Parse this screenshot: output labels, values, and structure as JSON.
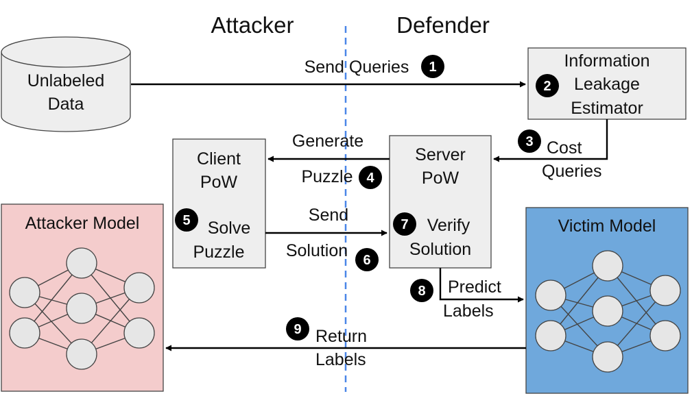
{
  "sides": {
    "attacker": {
      "label": "Attacker",
      "color": "#ee2222"
    },
    "defender": {
      "label": "Defender",
      "color": "#6aa84f"
    }
  },
  "boxes": {
    "unlabeled_data": {
      "lines": [
        "Unlabeled",
        "Data"
      ]
    },
    "info_leakage": {
      "lines": [
        "Information",
        "Leakage",
        "Estimator"
      ]
    },
    "client_pow": {
      "lines": [
        "Client",
        "PoW",
        "Solve",
        "Puzzle"
      ]
    },
    "server_pow": {
      "lines": [
        "Server",
        "PoW",
        "Verify",
        "Solution"
      ]
    },
    "attacker_model": {
      "title": "Attacker Model",
      "color": "#f4cccc"
    },
    "victim_model": {
      "title": "Victim Model",
      "color": "#6fa8dc"
    }
  },
  "steps": [
    {
      "num": "1",
      "lines": [
        "Send Queries"
      ]
    },
    {
      "num": "2",
      "lines": []
    },
    {
      "num": "3",
      "lines": [
        "Cost",
        "Queries"
      ]
    },
    {
      "num": "4",
      "lines": [
        "Generate",
        "Puzzle"
      ]
    },
    {
      "num": "5",
      "lines": []
    },
    {
      "num": "6",
      "lines": [
        "Send",
        "Solution"
      ]
    },
    {
      "num": "7",
      "lines": []
    },
    {
      "num": "8",
      "lines": [
        "Predict",
        "Labels"
      ]
    },
    {
      "num": "9",
      "lines": [
        "Return",
        "Labels"
      ]
    }
  ],
  "colors": {
    "box_fill": "#eeeeee",
    "divider": "#4a86e8",
    "badge": "#000000",
    "neuron": "#e6e6e6"
  }
}
